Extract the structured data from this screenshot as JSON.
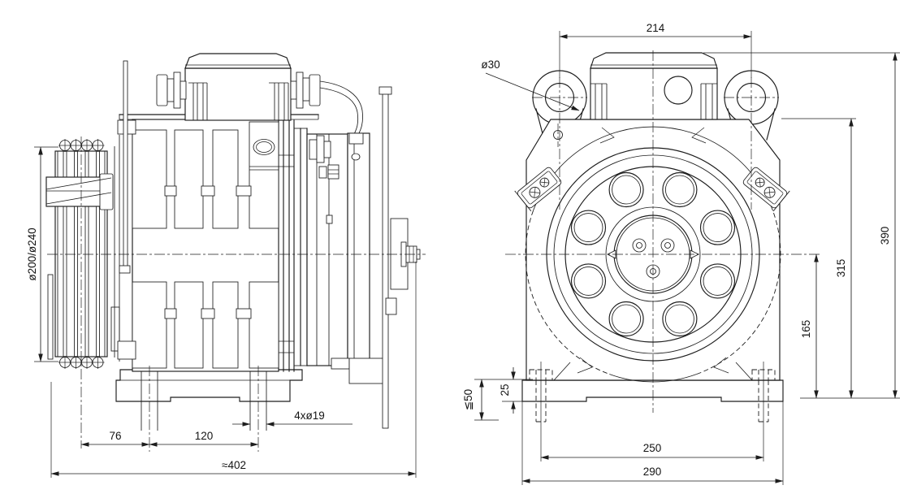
{
  "drawing": {
    "kind": "elevator gearless traction machine - 2 view dimensional drawing",
    "views": {
      "side_view": "left: side elevation with traction sheave, terminal box, brake and encoder",
      "front_view": "right: front elevation with rotor, lifting eyes and mounting base"
    }
  },
  "dims": {
    "side": {
      "sheave_dia": "ø200/ø240",
      "rope_center_to_slot": "76",
      "slot_spacing": "120",
      "slot_holes": "4xø19",
      "overall_width": "≈402"
    },
    "front": {
      "lifting_eye_spacing": "214",
      "lifting_eye_hole": "ø30",
      "overall_height": "390",
      "upper_height": "315",
      "axis_height": "165",
      "bolt_protrusion": "≦50",
      "foot_thickness": "25",
      "foot_bolt_spacing": "250",
      "base_width": "290"
    }
  }
}
